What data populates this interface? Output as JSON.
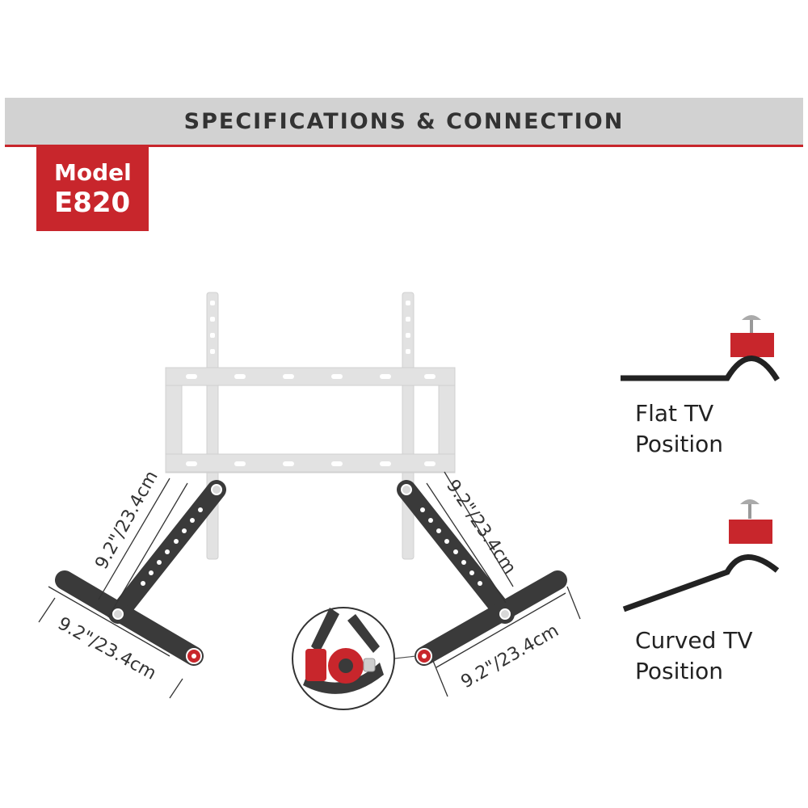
{
  "header": {
    "title": "SPECIFICATIONS & CONNECTION"
  },
  "badge": {
    "label": "Model",
    "number": "E820"
  },
  "dimensions": {
    "left_arm": "9.2\"/23.4cm",
    "left_base": "9.2\"/23.4cm",
    "right_arm": "9.2\"/23.4cm",
    "right_base": "9.2\"/23.4cm"
  },
  "positions": {
    "flat": {
      "line1": "Flat TV",
      "line2": "Position"
    },
    "curved": {
      "line1": "Curved TV",
      "line2": "Position"
    }
  },
  "colors": {
    "accent": "#c8262c",
    "bracket": "#3c3c3c",
    "mount": "#e0e0e0",
    "header_band": "#d2d2d2"
  }
}
